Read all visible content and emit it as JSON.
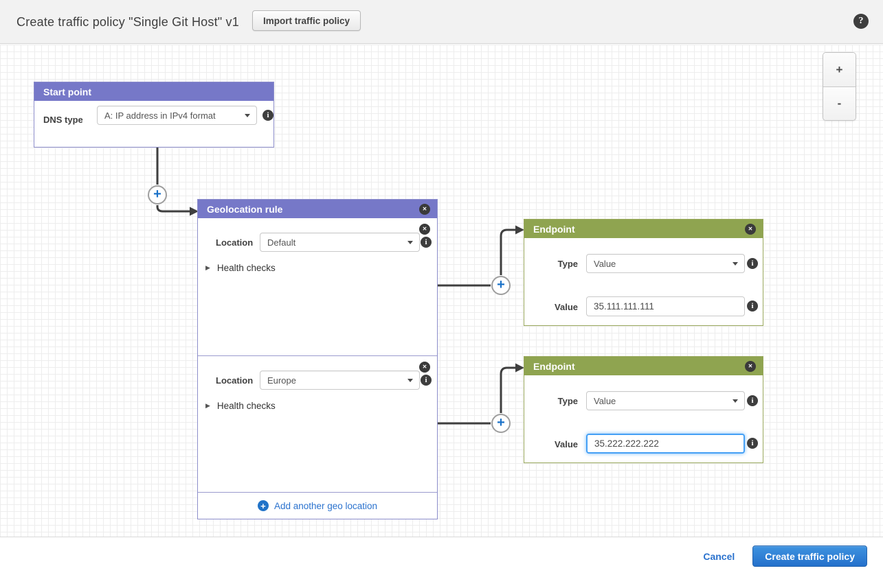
{
  "header": {
    "title": "Create traffic policy \"Single Git Host\" v1",
    "import_button_label": "Import traffic policy"
  },
  "zoom_controls": {
    "zoom_in_label": "+",
    "zoom_out_label": "-"
  },
  "start_point": {
    "title": "Start point",
    "dns_type_label": "DNS type",
    "dns_type_value": "A: IP address in IPv4 format"
  },
  "geolocation_rule": {
    "title": "Geolocation rule",
    "sections": [
      {
        "location_label": "Location",
        "location_value": "Default",
        "health_checks_label": "Health checks"
      },
      {
        "location_label": "Location",
        "location_value": "Europe",
        "health_checks_label": "Health checks"
      }
    ],
    "add_link_label": "Add another geo location"
  },
  "endpoints": [
    {
      "title": "Endpoint",
      "type_label": "Type",
      "type_value": "Value",
      "value_label": "Value",
      "value_text": "35.111.111.111"
    },
    {
      "title": "Endpoint",
      "type_label": "Type",
      "type_value": "Value",
      "value_label": "Value",
      "value_text": "35.222.222.222"
    }
  ],
  "footer": {
    "cancel_label": "Cancel",
    "create_button_label": "Create traffic policy"
  },
  "icons": {
    "close": "✕",
    "info": "i",
    "help": "?",
    "plus": "+",
    "chevron_right": "▶"
  },
  "colors": {
    "header_purple": "#7678c8",
    "header_green": "#8fa450",
    "connector_gray": "#3f3f3f",
    "accent_blue": "#2173c8",
    "focus_blue": "#45a0f5",
    "topbar_gray": "#f2f2f2"
  }
}
